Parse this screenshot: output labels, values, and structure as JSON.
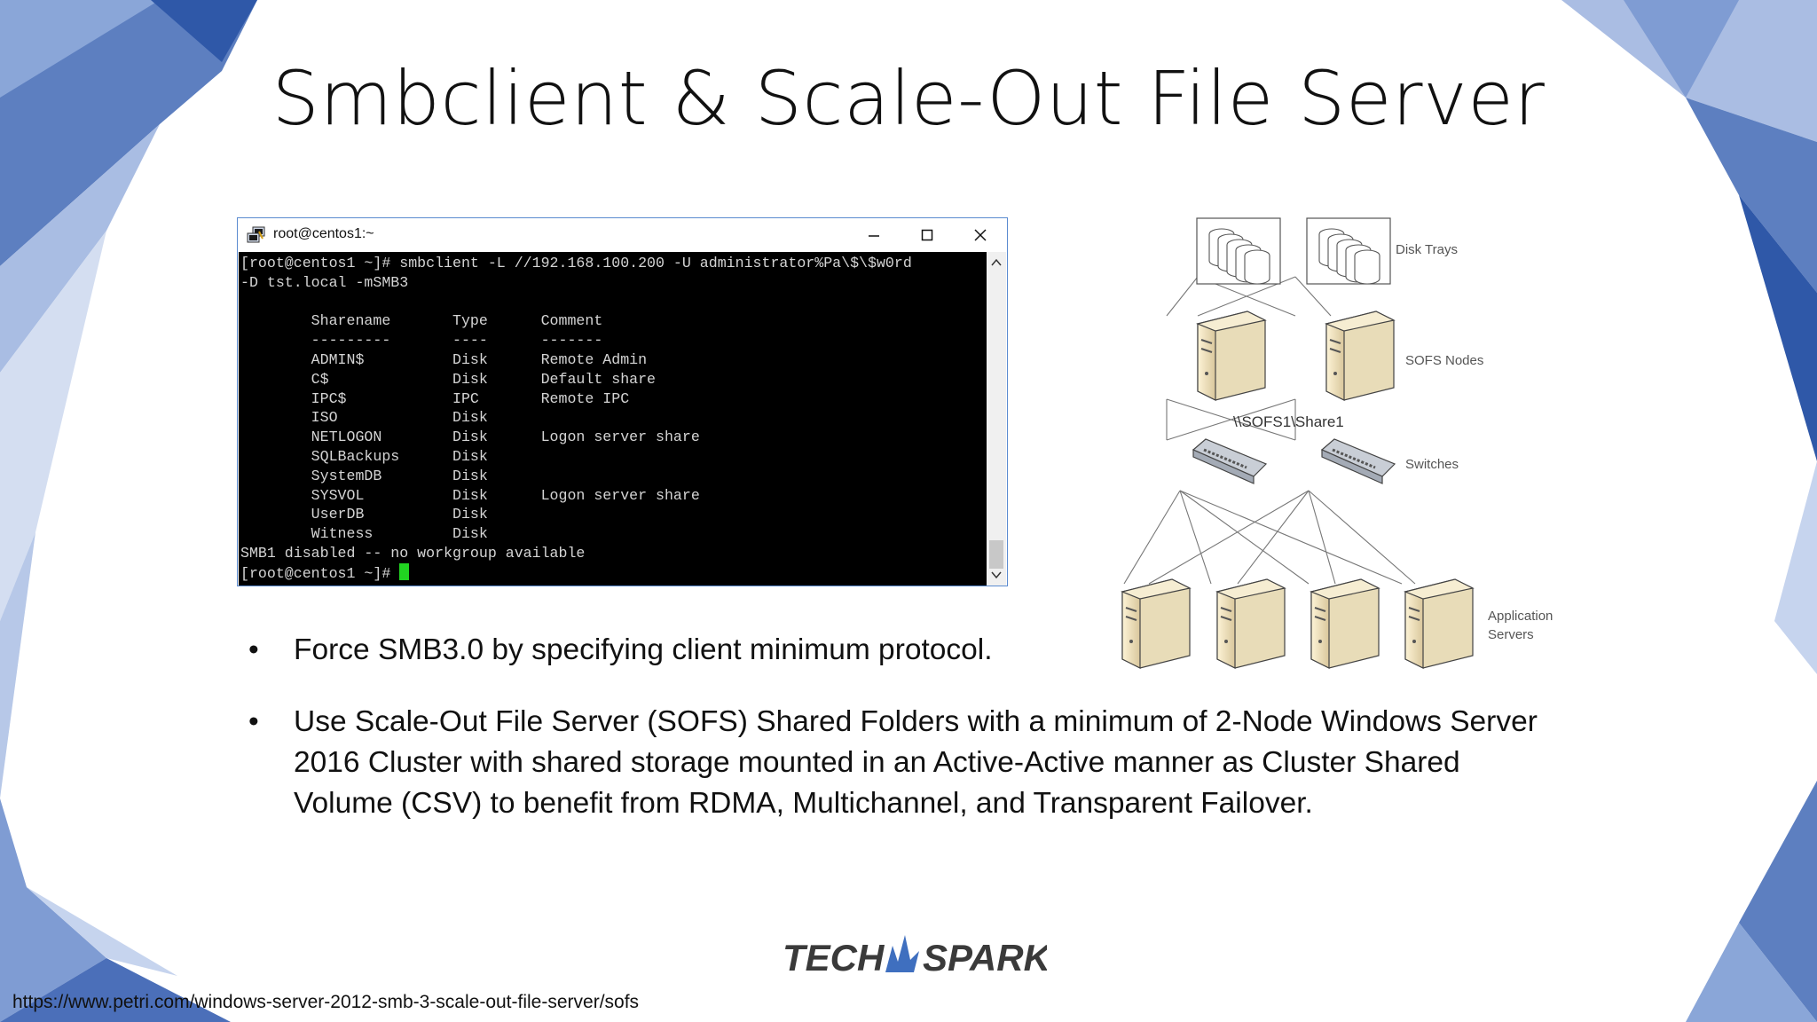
{
  "slide": {
    "title": "Smbclient & Scale-Out File Server",
    "source_url": "https://www.petri.com/windows-server-2012-smb-3-scale-out-file-server/sofs"
  },
  "terminal": {
    "window_title": "root@centos1:~",
    "lines": [
      "[root@centos1 ~]# smbclient -L //192.168.100.200 -U administrator%Pa\\$\\$w0rd",
      "-D tst.local -mSMB3",
      "",
      "        Sharename       Type      Comment",
      "        ---------       ----      -------",
      "        ADMIN$          Disk      Remote Admin",
      "        C$              Disk      Default share",
      "        IPC$            IPC       Remote IPC",
      "        ISO             Disk",
      "        NETLOGON        Disk      Logon server share",
      "        SQLBackups      Disk",
      "        SystemDB        Disk",
      "        SYSVOL          Disk      Logon server share",
      "        UserDB          Disk",
      "        Witness         Disk",
      "SMB1 disabled -- no workgroup available"
    ],
    "prompt": "[root@centos1 ~]# "
  },
  "diagram": {
    "labels": {
      "disk_trays": "Disk Trays",
      "sofs_nodes": "SOFS Nodes",
      "share_path": "\\\\SOFS1\\Share1",
      "switches": "Switches",
      "app_servers_line1": "Application",
      "app_servers_line2": "Servers"
    }
  },
  "bullets": [
    "Force SMB3.0 by specifying client minimum protocol.",
    "Use Scale-Out File Server (SOFS) Shared Folders with a minimum of 2-Node Windows Server 2016 Cluster with shared storage mounted in an Active-Active manner as Cluster Shared Volume (CSV) to benefit from RDMA, Multichannel, and Transparent Failover."
  ],
  "logo": {
    "left": "TECH",
    "right": "SPARK"
  },
  "colors": {
    "accent": "#3f6fbf",
    "terminal_bg": "#000000",
    "cursor": "#21d421"
  }
}
